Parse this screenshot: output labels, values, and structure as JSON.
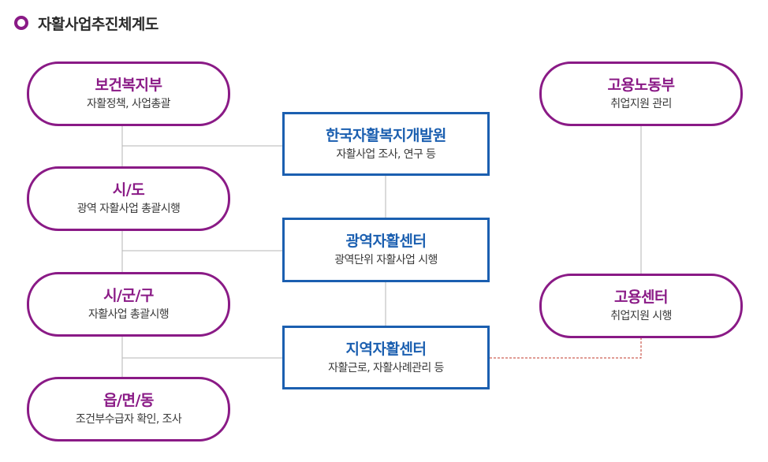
{
  "title": "자활사업추진체계도",
  "colors": {
    "accent": "#8a1a86",
    "blue": "#1b5fb0",
    "line": "#b5b5b5",
    "dashed": "#c0392b"
  },
  "admin": [
    {
      "name": "보건복지부",
      "desc": "자활정책, 사업총괄"
    },
    {
      "name": "시/도",
      "desc": "광역 자활사업 총괄시행"
    },
    {
      "name": "시/군/구",
      "desc": "자활사업 총괄시행"
    },
    {
      "name": "읍/면/동",
      "desc": "조건부수급자 확인, 조사"
    }
  ],
  "centers": [
    {
      "name": "한국자활복지개발원",
      "desc": "자활사업 조사, 연구 등"
    },
    {
      "name": "광역자활센터",
      "desc": "광역단위 자활사업 시행"
    },
    {
      "name": "지역자활센터",
      "desc": "자활근로, 자활사례관리 등"
    }
  ],
  "labor": [
    {
      "name": "고용노동부",
      "desc": "취업지원 관리"
    },
    {
      "name": "고용센터",
      "desc": "취업지원 시행"
    }
  ]
}
